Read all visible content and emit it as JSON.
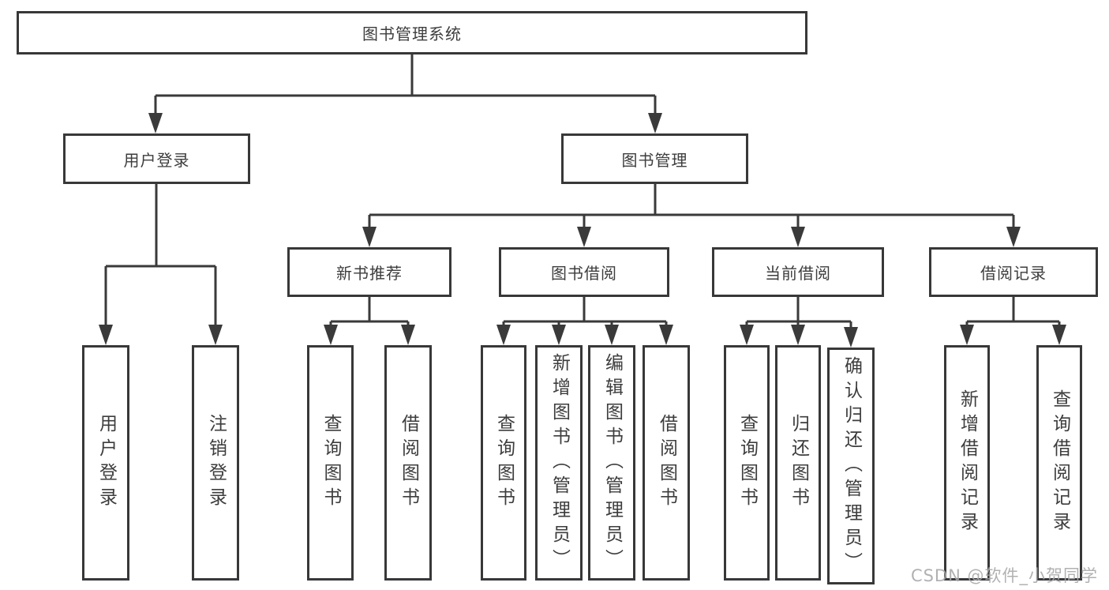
{
  "colors": {
    "line": "#3a3a3a",
    "border": "#383838",
    "text": "#3d3d3d",
    "watermark": "#a9a9a9",
    "background": "#ffffff"
  },
  "watermark": "CSDN @软件_小贺同学",
  "tree": {
    "root": {
      "label": "图书管理系统",
      "children": [
        {
          "label": "用户登录",
          "children": [
            {
              "label": "用户登录"
            },
            {
              "label": "注销登录"
            }
          ]
        },
        {
          "label": "图书管理",
          "children": [
            {
              "label": "新书推荐",
              "children": [
                {
                  "label": "查询图书"
                },
                {
                  "label": "借阅图书"
                }
              ]
            },
            {
              "label": "图书借阅",
              "children": [
                {
                  "label": "查询图书"
                },
                {
                  "label": "新增图书（管理员）"
                },
                {
                  "label": "编辑图书（管理员）"
                },
                {
                  "label": "借阅图书"
                }
              ]
            },
            {
              "label": "当前借阅",
              "children": [
                {
                  "label": "查询图书"
                },
                {
                  "label": "归还图书"
                },
                {
                  "label": "确认归还（管理员）"
                }
              ]
            },
            {
              "label": "借阅记录",
              "children": [
                {
                  "label": "新增借阅记录"
                },
                {
                  "label": "查询借阅记录"
                }
              ]
            }
          ]
        }
      ]
    }
  }
}
